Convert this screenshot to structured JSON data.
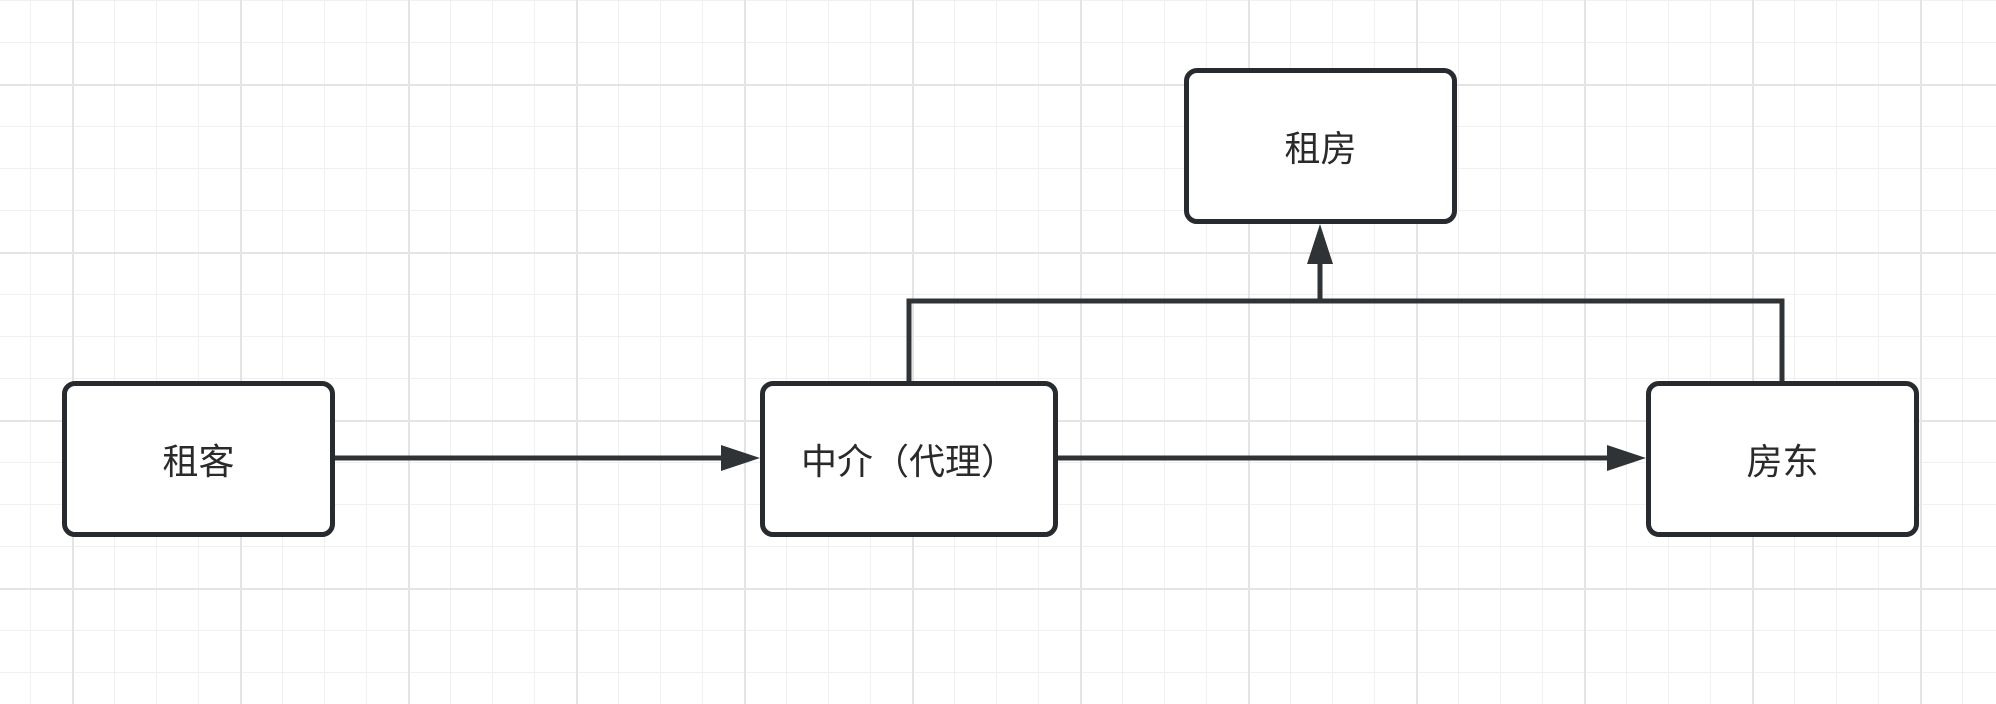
{
  "diagram": {
    "nodes": {
      "tenant": {
        "label": "租客"
      },
      "agent": {
        "label": "中介（代理）"
      },
      "landlord": {
        "label": "房东"
      },
      "rent": {
        "label": "租房"
      }
    },
    "edges": [
      {
        "from": "tenant",
        "to": "agent"
      },
      {
        "from": "agent",
        "to": "landlord"
      },
      {
        "from": "agent",
        "to": "rent"
      },
      {
        "from": "landlord",
        "to": "rent"
      }
    ],
    "colors": {
      "stroke": "#272b2f",
      "node_fill": "#ffffff",
      "text": "#2a2a2a",
      "grid": "#e4e4e4"
    }
  }
}
